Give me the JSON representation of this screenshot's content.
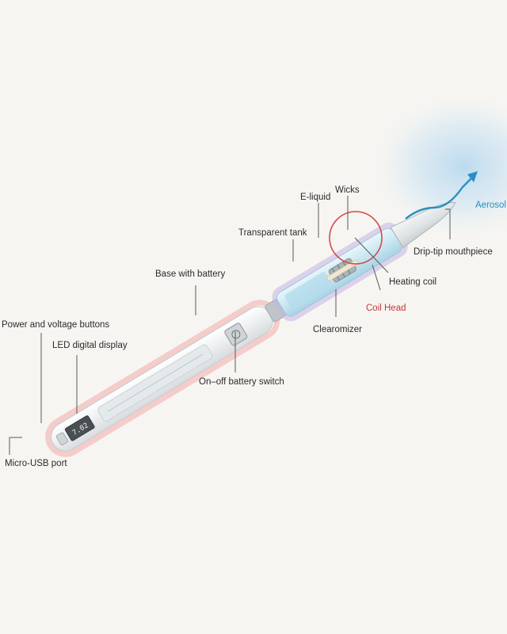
{
  "labels": {
    "aerosol": "Aerosol",
    "drip_tip": "Drip-tip mouthpiece",
    "wicks": "Wicks",
    "e_liquid": "E-liquid",
    "transparent_tank": "Transparent tank",
    "heating_coil": "Heating coil",
    "coil_head": "Coil Head",
    "base_with_battery": "Base with battery",
    "clearomizer": "Clearomizer",
    "power_voltage": "Power and voltage buttons",
    "led_display": "LED digital display",
    "onoff_switch": "On–off battery switch",
    "micro_usb": "Micro-USB port"
  },
  "device_text": {
    "display_reading": "7.02"
  },
  "colors": {
    "aerosol": "#2a8fc0",
    "coil_head": "#c23a3a",
    "text": "#2b2b2b"
  }
}
